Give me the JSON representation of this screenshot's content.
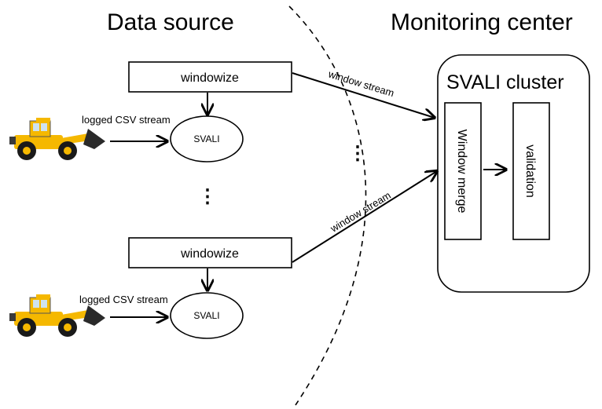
{
  "headings": {
    "left": "Data source",
    "right": "Monitoring center"
  },
  "cluster": {
    "title": "SVALI cluster",
    "merge_label": "Window merge",
    "validation_label": "validation"
  },
  "sources": [
    {
      "windowize_label": "windowize",
      "svali_label": "SVALI",
      "input_label": "logged CSV stream",
      "output_label": "window stream",
      "icon": "wheel-loader-icon"
    },
    {
      "windowize_label": "windowize",
      "svali_label": "SVALI",
      "input_label": "logged CSV stream",
      "output_label": "window stream",
      "icon": "wheel-loader-icon"
    }
  ],
  "ellipsis": {
    "vertical": "⋮"
  },
  "colors": {
    "stroke": "#000000",
    "loader_body": "#f5b800",
    "loader_dark": "#1a1a1a"
  }
}
